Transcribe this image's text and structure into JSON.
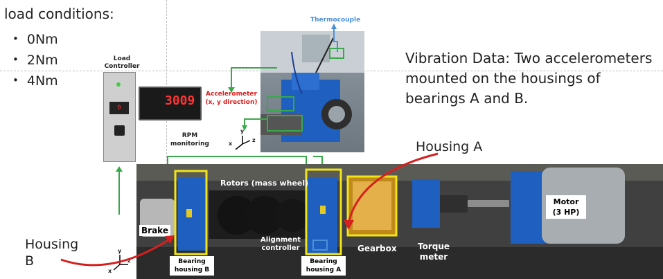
{
  "load": {
    "title": "load conditions:",
    "items": [
      "0Nm",
      "2Nm",
      "4Nm"
    ]
  },
  "vibration_text": "Vibration Data: Two accelerometers mounted on the housings of bearings A and B.",
  "labels": {
    "load_controller": "Load Controller",
    "rpm_display": "3009",
    "rpm_monitoring": "RPM monitoring",
    "accelerometer": "Accelerometer (x, y direction)",
    "thermocouple": "Thermocouple",
    "rotors": "Rotors (mass wheel)",
    "brake": "Brake",
    "alignment_controller": "Alignment controller",
    "gearbox": "Gearbox",
    "torque_meter": "Torque meter",
    "motor": "Motor (3 HP)",
    "bearing_housing_b": "Bearing housing B",
    "bearing_housing_a": "Bearing housing A",
    "housing_a_callout": "Housing A",
    "housing_b_callout": "Housing B",
    "controller_readout": "0"
  },
  "axes": {
    "top": {
      "x": "x",
      "y": "y",
      "z": "z"
    },
    "bottom": {
      "x": "x",
      "y": "y",
      "z": "z"
    }
  },
  "colors": {
    "green_lines": "#3aa84a",
    "yellow_boxes": "#f2e419",
    "red_arrows": "#d62020",
    "blue_thermo": "#4a90d9",
    "accent_red_text": "#e01b1b"
  }
}
